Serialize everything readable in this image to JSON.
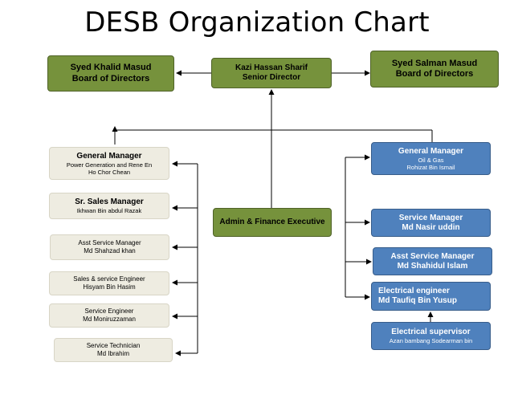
{
  "title": "DESB Organization Chart",
  "colors": {
    "green": "#76923c",
    "blue": "#4f81bd",
    "beige": "#eeece1"
  },
  "top": {
    "left": {
      "name": "Syed Khalid  Masud",
      "role": "Board of Directors"
    },
    "center": {
      "name": "Kazi Hassan Sharif",
      "role": "Senior Director"
    },
    "right": {
      "name": "Syed Salman Masud",
      "role": "Board of Directors"
    }
  },
  "middle": {
    "role": "Admin & Finance Executive"
  },
  "left_column": [
    {
      "role": "General Manager",
      "line2": "Power Generation and Rene En",
      "line3": "Ho Chor Chean"
    },
    {
      "role": "Sr. Sales Manager",
      "line2": "Ikhwan Bin abdul Razak"
    },
    {
      "role": "Asst  Service Manager",
      "line2": "Md Shahzad khan"
    },
    {
      "role": "Sales & service Engineer",
      "line2": "Hisyam Bin Hasim"
    },
    {
      "role": "Service Engineer",
      "line2": "Md Moniruzzaman"
    },
    {
      "role": "Service Technician",
      "line2": "Md Ibrahim"
    }
  ],
  "right_column": [
    {
      "role": "General Manager",
      "line2": "Oil & Gas",
      "line3": "Rohizat Bin Ismail"
    },
    {
      "role": "Service Manager",
      "line2": "Md Nasir uddin"
    },
    {
      "role": "Asst Service Manager",
      "line2": "Md Shahidul  Islam"
    },
    {
      "role": "Electrical engineer",
      "line2": "Md Taufiq Bin Yusup"
    },
    {
      "role": "Electrical supervisor",
      "line2": "Azan bambang Sodearman bin"
    }
  ]
}
